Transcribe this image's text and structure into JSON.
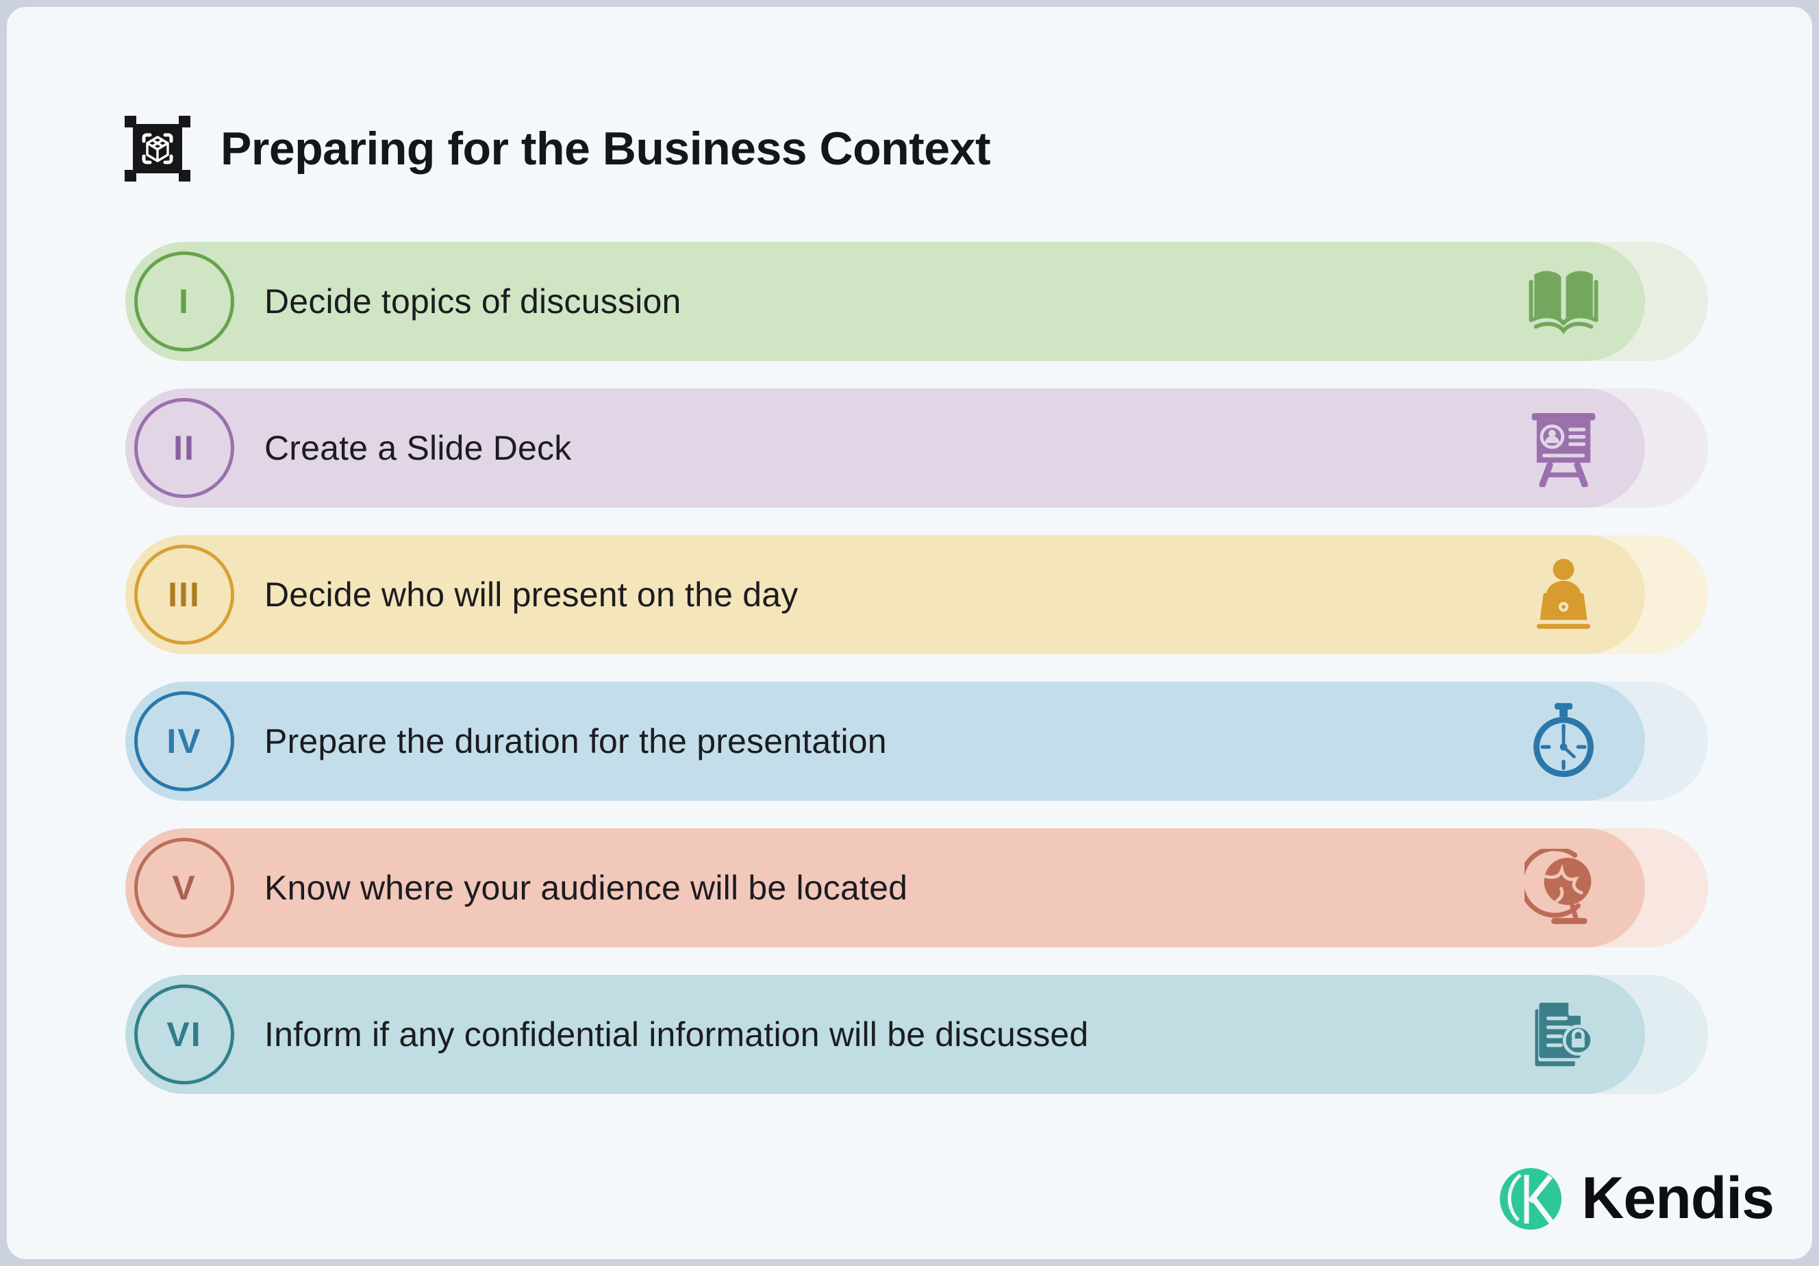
{
  "header": {
    "title": "Preparing for the Business Context",
    "icon": "3d-cube-scan-icon"
  },
  "steps": [
    {
      "numeral": "I",
      "label": "Decide topics of discussion",
      "icon": "open-book-icon",
      "colors": {
        "pill": "#cfe5c3",
        "pill_faded": "#e8efe2",
        "ring": "#67a24c",
        "numeral": "#63a14c",
        "icon": "#74a75e"
      }
    },
    {
      "numeral": "II",
      "label": "Create a Slide Deck",
      "icon": "presentation-board-icon",
      "colors": {
        "pill": "#e1d5e6",
        "pill_faded": "#efeaf2",
        "ring": "#9a6fae",
        "numeral": "#8a5f9e",
        "icon": "#9a70ac"
      }
    },
    {
      "numeral": "III",
      "label": "Decide who will present on the day",
      "icon": "presenter-laptop-icon",
      "colors": {
        "pill": "#f4e5ba",
        "pill_faded": "#f9f1d9",
        "ring": "#d8a034",
        "numeral": "#b07c20",
        "icon": "#d89b2e"
      }
    },
    {
      "numeral": "IV",
      "label": "Prepare the duration for the presentation",
      "icon": "stopwatch-icon",
      "colors": {
        "pill": "#c4ddeb",
        "pill_faded": "#e4eef4",
        "ring": "#2878ab",
        "numeral": "#2e7cad",
        "icon": "#2b77a9"
      }
    },
    {
      "numeral": "V",
      "label": "Know where your audience will be located",
      "icon": "globe-icon",
      "colors": {
        "pill": "#f2c8bb",
        "pill_faded": "#f8e6e1",
        "ring": "#b96f59",
        "numeral": "#aa6150",
        "icon": "#bc6c56"
      }
    },
    {
      "numeral": "VI",
      "label": "Inform if any confidential information will be discussed",
      "icon": "confidential-document-icon",
      "colors": {
        "pill": "#bfdde2",
        "pill_faded": "#e1edf0",
        "ring": "#33808d",
        "numeral": "#2f7d8a",
        "icon": "#3b7f8b"
      }
    }
  ],
  "footer": {
    "brand": "Kendis"
  },
  "theme": {
    "canvas_border": "#ccd2dd",
    "card_background": "#f4f8fb",
    "text": "#1b1c20",
    "brand_green": "#2ec79b"
  }
}
